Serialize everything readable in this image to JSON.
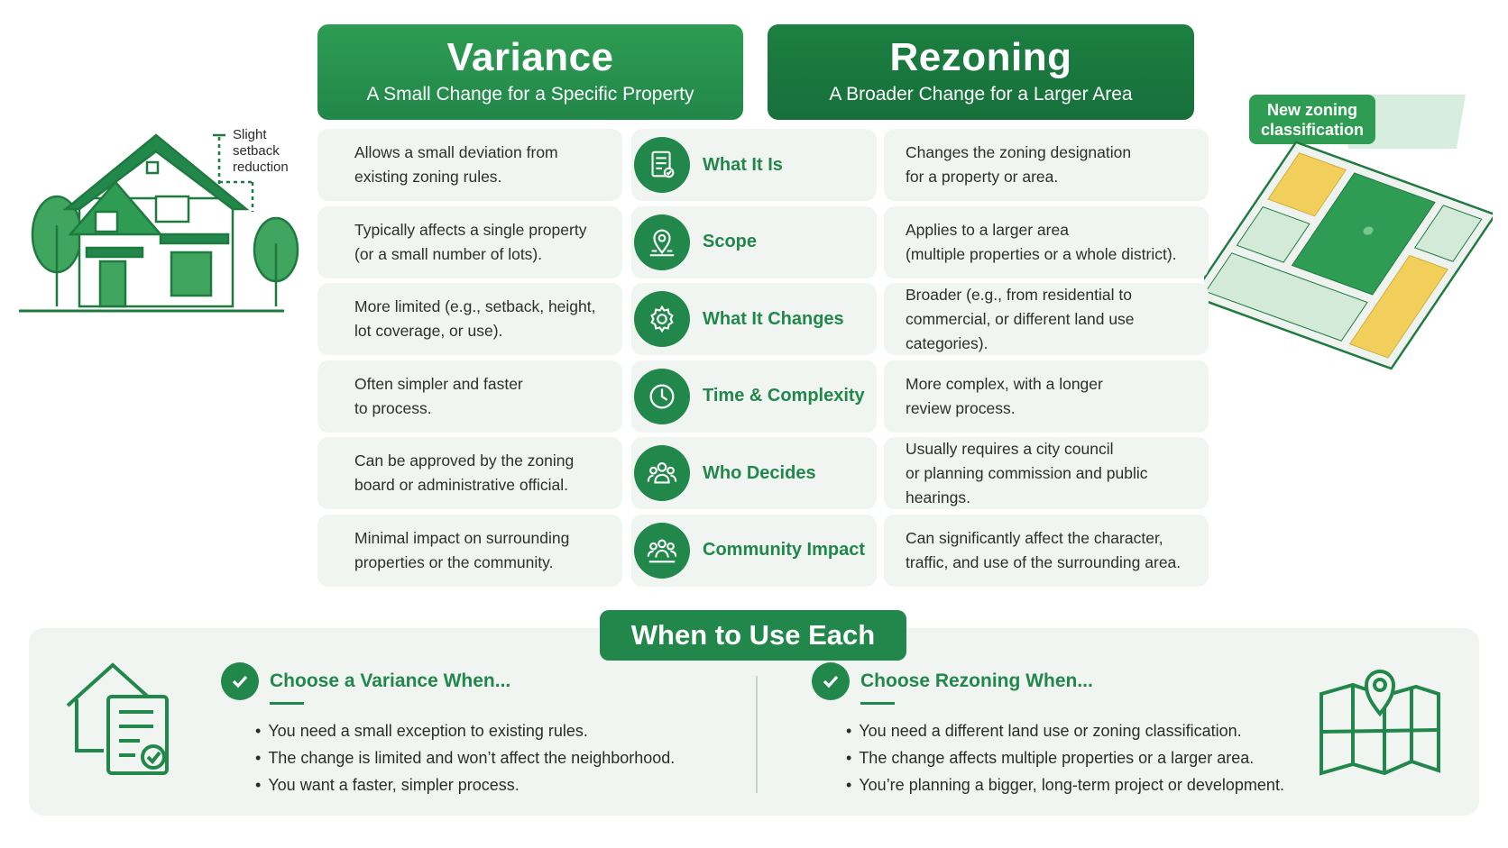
{
  "variance": {
    "title": "Variance",
    "subtitle": "A Small Change for a Specific Property"
  },
  "rezoning": {
    "title": "Rezoning",
    "subtitle": "A Broader Change for a Larger Area"
  },
  "house_annotation": "Slight\nsetback\nreduction",
  "map_annotation": "New zoning\nclassification",
  "rows": [
    {
      "label": "What It Is",
      "icon": "document-icon",
      "variance": "Allows a small deviation from\nexisting zoning rules.",
      "rezoning": "Changes the zoning designation\nfor a property or area."
    },
    {
      "label": "Scope",
      "icon": "map-pin-icon",
      "variance": "Typically affects a single property\n(or a small number of lots).",
      "rezoning": "Applies to a larger area\n(multiple properties or a whole district)."
    },
    {
      "label": "What It Changes",
      "icon": "gear-icon",
      "variance": "More limited (e.g., setback, height,\nlot coverage, or use).",
      "rezoning": "Broader (e.g., from residential to\ncommercial, or different land use categories)."
    },
    {
      "label": "Time & Complexity",
      "icon": "clock-icon",
      "variance": "Often simpler and faster\nto process.",
      "rezoning": "More complex, with a longer\nreview process."
    },
    {
      "label": "Who Decides",
      "icon": "people-icon",
      "variance": "Can be approved by the zoning\nboard or administrative official.",
      "rezoning": "Usually requires a city council\nor planning commission and public hearings."
    },
    {
      "label": "Community Impact",
      "icon": "community-icon",
      "variance": "Minimal impact on surrounding\nproperties or the community.",
      "rezoning": "Can significantly affect the character,\ntraffic, and use of the surrounding area."
    }
  ],
  "when": {
    "title": "When to Use Each",
    "variance": {
      "heading": "Choose a Variance When...",
      "items": [
        "You need a small exception to existing rules.",
        "The change is limited and won’t affect the neighborhood.",
        "You want a faster, simpler process."
      ]
    },
    "rezoning": {
      "heading": "Choose Rezoning When...",
      "items": [
        "You need a different land use or zoning classification.",
        "The change affects multiple properties or a larger area.",
        "You’re planning a bigger, long-term project or development."
      ]
    }
  },
  "colors": {
    "primary": "#21874a",
    "dark": "#16703a",
    "light_bg": "#f1f5f2",
    "accent_yellow": "#f2cf5b"
  }
}
